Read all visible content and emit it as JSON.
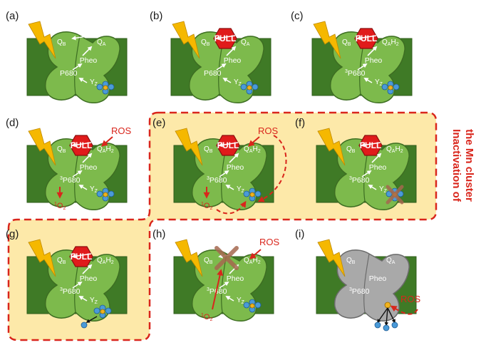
{
  "panels": [
    {
      "label": "(a)",
      "qb": "Q",
      "qb_sub": "B",
      "qa": "Q",
      "qa_sub": "A",
      "qa_suffix": "",
      "pheo": "Pheo",
      "p680_pre": "",
      "p680": "P680",
      "yz": "Y",
      "yz_sub": "Z",
      "full": "",
      "ros": "",
      "singlet_pre": "",
      "singlet": "",
      "singlet_sub": ""
    },
    {
      "label": "(b)",
      "qb": "Q",
      "qb_sub": "B",
      "qa": "Q",
      "qa_sub": "A",
      "qa_suffix": "",
      "pheo": "Pheo",
      "p680_pre": "",
      "p680": "P680",
      "yz": "Y",
      "yz_sub": "Z",
      "full": "FULL",
      "ros": "",
      "singlet_pre": "",
      "singlet": "",
      "singlet_sub": ""
    },
    {
      "label": "(c)",
      "qb": "Q",
      "qb_sub": "B",
      "qa": "Q",
      "qa_sub": "A",
      "qa_suffix": "H",
      "qa_suffix_sub": "2",
      "pheo": "Pheo",
      "p680_pre": "3",
      "p680": "P680",
      "yz": "Y",
      "yz_sub": "Z",
      "full": "FULL",
      "ros": "",
      "singlet_pre": "",
      "singlet": "",
      "singlet_sub": ""
    },
    {
      "label": "(d)",
      "qb": "Q",
      "qb_sub": "B",
      "qa": "Q",
      "qa_sub": "A",
      "qa_suffix": "H",
      "qa_suffix_sub": "2",
      "pheo": "Pheo",
      "p680_pre": "3",
      "p680": "P680",
      "yz": "Y",
      "yz_sub": "Z",
      "full": "FULL",
      "ros": "ROS",
      "singlet_pre": "1",
      "singlet": "O",
      "singlet_sub": "2"
    },
    {
      "label": "(e)",
      "qb": "Q",
      "qb_sub": "B",
      "qa": "Q",
      "qa_sub": "A",
      "qa_suffix": "H",
      "qa_suffix_sub": "2",
      "pheo": "Pheo",
      "p680_pre": "3",
      "p680": "P680",
      "yz": "Y",
      "yz_sub": "Z",
      "full": "FULL",
      "ros": "ROS",
      "singlet_pre": "1",
      "singlet": "O",
      "singlet_sub": "2"
    },
    {
      "label": "(f)",
      "qb": "Q",
      "qb_sub": "B",
      "qa": "Q",
      "qa_sub": "A",
      "qa_suffix": "H",
      "qa_suffix_sub": "2",
      "pheo": "Pheo",
      "p680_pre": "3",
      "p680": "P680",
      "yz": "Y",
      "yz_sub": "Z",
      "full": "FULL",
      "ros": "",
      "singlet_pre": "",
      "singlet": "",
      "singlet_sub": ""
    },
    {
      "label": "(g)",
      "qb": "Q",
      "qb_sub": "B",
      "qa": "Q",
      "qa_sub": "A",
      "qa_suffix": "H",
      "qa_suffix_sub": "2",
      "pheo": "Pheo",
      "p680_pre": "3",
      "p680": "P680",
      "yz": "Y",
      "yz_sub": "Z",
      "full": "FULL",
      "ros": "",
      "singlet_pre": "",
      "singlet": "",
      "singlet_sub": ""
    },
    {
      "label": "(h)",
      "qb": "Q",
      "qb_sub": "B",
      "qa": "Q",
      "qa_sub": "A",
      "qa_suffix": "H",
      "qa_suffix_sub": "2",
      "pheo": "Pheo",
      "p680_pre": "3",
      "p680": "P680",
      "yz": "Y",
      "yz_sub": "Z",
      "full": "",
      "ros": "ROS",
      "singlet_pre": "1",
      "singlet": "O",
      "singlet_sub": "2"
    },
    {
      "label": "(i)",
      "qb": "Q",
      "qb_sub": "B",
      "qa": "Q",
      "qa_sub": "A",
      "qa_suffix": "",
      "pheo": "Pheo",
      "p680_pre": "3",
      "p680": "P680",
      "yz": "",
      "yz_sub": "",
      "full": "",
      "ros": "ROS",
      "singlet_pre": "",
      "singlet": "",
      "singlet_sub": ""
    }
  ],
  "side_title": {
    "line1": "Inactivation of",
    "line2": "the Mn cluster"
  },
  "colors": {
    "membrane": "#3f7a26",
    "protein": "#7dba4c",
    "protein_stroke": "#3d6e22",
    "grey": "#a9a9a9",
    "grey_stroke": "#6b6b6b",
    "full_hex": "#e01b1b",
    "bolt": "#f5b800",
    "highlight_bg": "#fde9a9",
    "dashed": "#d9261c",
    "mn_blue": "#4a9ad8",
    "mn_center": "#f0b21e",
    "cross": "#a5684f"
  }
}
